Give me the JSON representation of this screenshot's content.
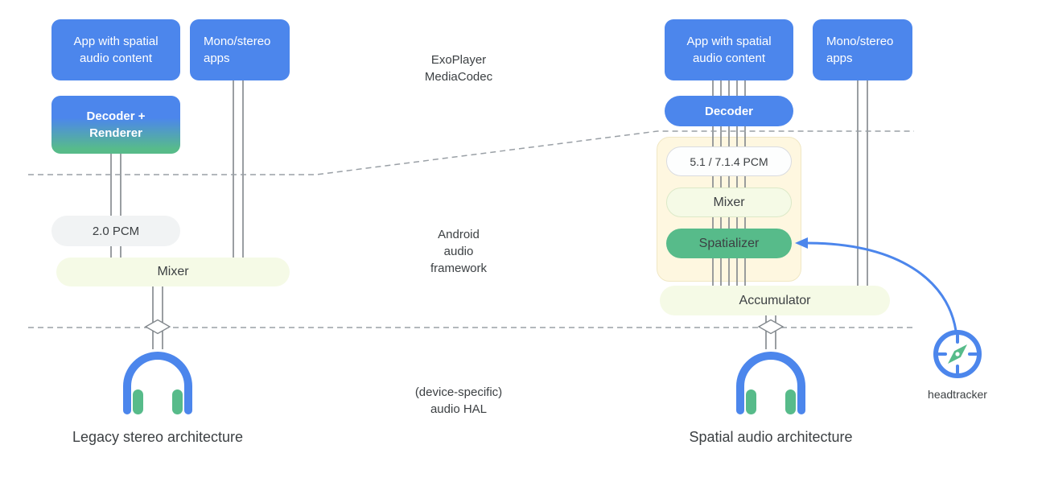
{
  "colors": {
    "blue": "#4C86EC",
    "green": "#57BB8A",
    "pale-green": "#F5FAE6",
    "cream": "#FEF7E0",
    "gray-pill": "#F1F3F4",
    "white-pill": "#FDFEFE",
    "pill-border": "#DADCE0",
    "green-border": "#DCE9C8",
    "line": "#80868B",
    "dash": "#9AA0A6",
    "ink": "#3C4043"
  },
  "left": {
    "app_box": "App with spatial\naudio content",
    "mono_box": "Mono/stereo\napps",
    "decoder_box": "Decoder +\nRenderer",
    "pcm_pill": "2.0 PCM",
    "mixer_pill": "Mixer",
    "caption": "Legacy stereo architecture"
  },
  "right": {
    "app_box": "App with spatial\naudio content",
    "mono_box": "Mono/stereo\napps",
    "decoder_box": "Decoder",
    "pcm_pill": "5.1 / 7.1.4 PCM",
    "mixer_pill": "Mixer",
    "spatializer_pill": "Spatializer",
    "accumulator_pill": "Accumulator",
    "caption": "Spatial audio architecture",
    "headtracker_label": "headtracker"
  },
  "layers": {
    "codec": "ExoPlayer\nMediaCodec",
    "framework": "Android\naudio\nframework",
    "hal": "(device-specific)\naudio HAL"
  }
}
